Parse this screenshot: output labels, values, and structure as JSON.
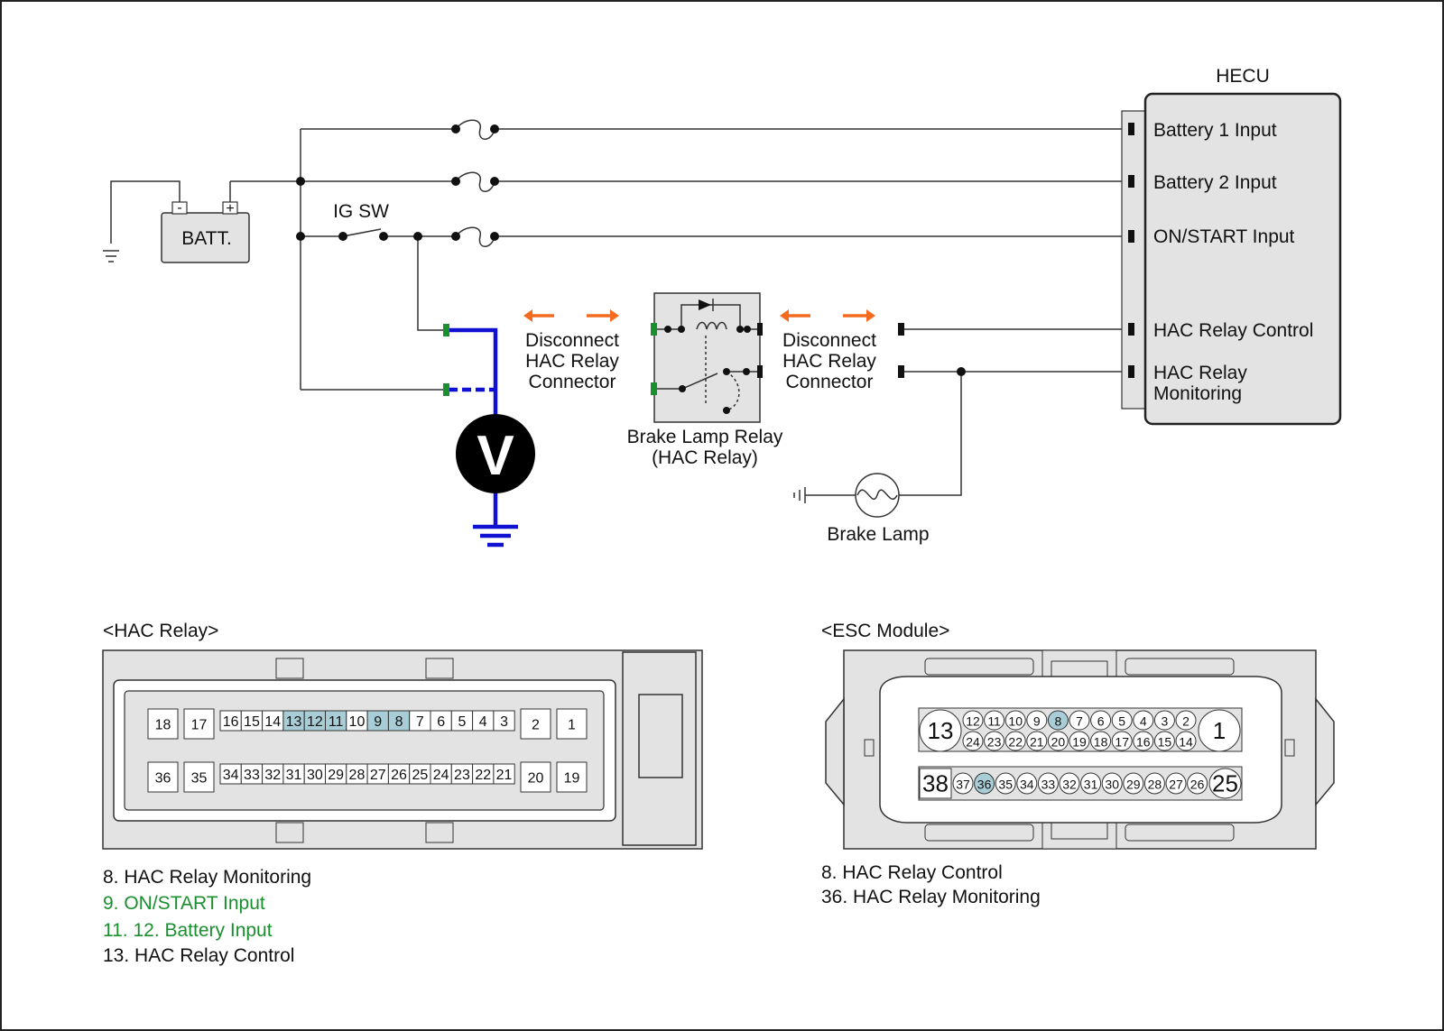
{
  "diagram": {
    "hecu": {
      "title": "HECU",
      "inputs": [
        "Battery 1 Input",
        "Battery 2 Input",
        "ON/START Input",
        "HAC Relay Control",
        "HAC Relay",
        "Monitoring"
      ]
    },
    "battery_label": "BATT.",
    "battery_minus": "-",
    "battery_plus": "+",
    "ig_switch_label": "IG SW",
    "voltmeter_label": "V",
    "disconnect_left": [
      "Disconnect",
      "HAC Relay",
      "Connector"
    ],
    "disconnect_right": [
      "Disconnect",
      "HAC Relay",
      "Connector"
    ],
    "relay_label": [
      "Brake Lamp Relay",
      "(HAC Relay)"
    ],
    "brake_lamp_label": "Brake Lamp",
    "colors": {
      "wire": "#333333",
      "measure": "#1010d0",
      "arrow": "#f26b21",
      "terminal": "#1a8f2e",
      "highlight": "#a9cdd6",
      "legend_green": "#1a8f2e"
    }
  },
  "hac_relay_connector": {
    "title": "<HAC Relay>",
    "row1": [
      "18",
      "17",
      "16",
      "15",
      "14",
      "13",
      "12",
      "11",
      "10",
      "9",
      "8",
      "7",
      "6",
      "5",
      "4",
      "3",
      "2",
      "1"
    ],
    "row2": [
      "36",
      "35",
      "34",
      "33",
      "32",
      "31",
      "30",
      "29",
      "28",
      "27",
      "26",
      "25",
      "24",
      "23",
      "22",
      "21",
      "20",
      "19"
    ],
    "highlighted": [
      "13",
      "12",
      "11",
      "9",
      "8"
    ],
    "legend": [
      {
        "text": "8. HAC Relay Monitoring",
        "color": "#111111"
      },
      {
        "text": "9. ON/START Input",
        "color": "#1a8f2e"
      },
      {
        "text": "11. 12. Battery Input",
        "color": "#1a8f2e"
      },
      {
        "text": "13. HAC Relay Control",
        "color": "#111111"
      }
    ]
  },
  "esc_module_connector": {
    "title": "<ESC Module>",
    "row1_big": [
      "13",
      "1"
    ],
    "row1_top": [
      "12",
      "11",
      "10",
      "9",
      "8",
      "7",
      "6",
      "5",
      "4",
      "3",
      "2"
    ],
    "row1_bottom": [
      "24",
      "23",
      "22",
      "21",
      "20",
      "19",
      "18",
      "17",
      "16",
      "15",
      "14"
    ],
    "row2_big": [
      "38",
      "25"
    ],
    "row2": [
      "37",
      "36",
      "35",
      "34",
      "33",
      "32",
      "31",
      "30",
      "29",
      "28",
      "27",
      "26"
    ],
    "highlighted": [
      "8",
      "36"
    ],
    "legend": [
      {
        "text": "8. HAC Relay Control",
        "color": "#111111"
      },
      {
        "text": "36. HAC Relay Monitoring",
        "color": "#111111"
      }
    ]
  }
}
